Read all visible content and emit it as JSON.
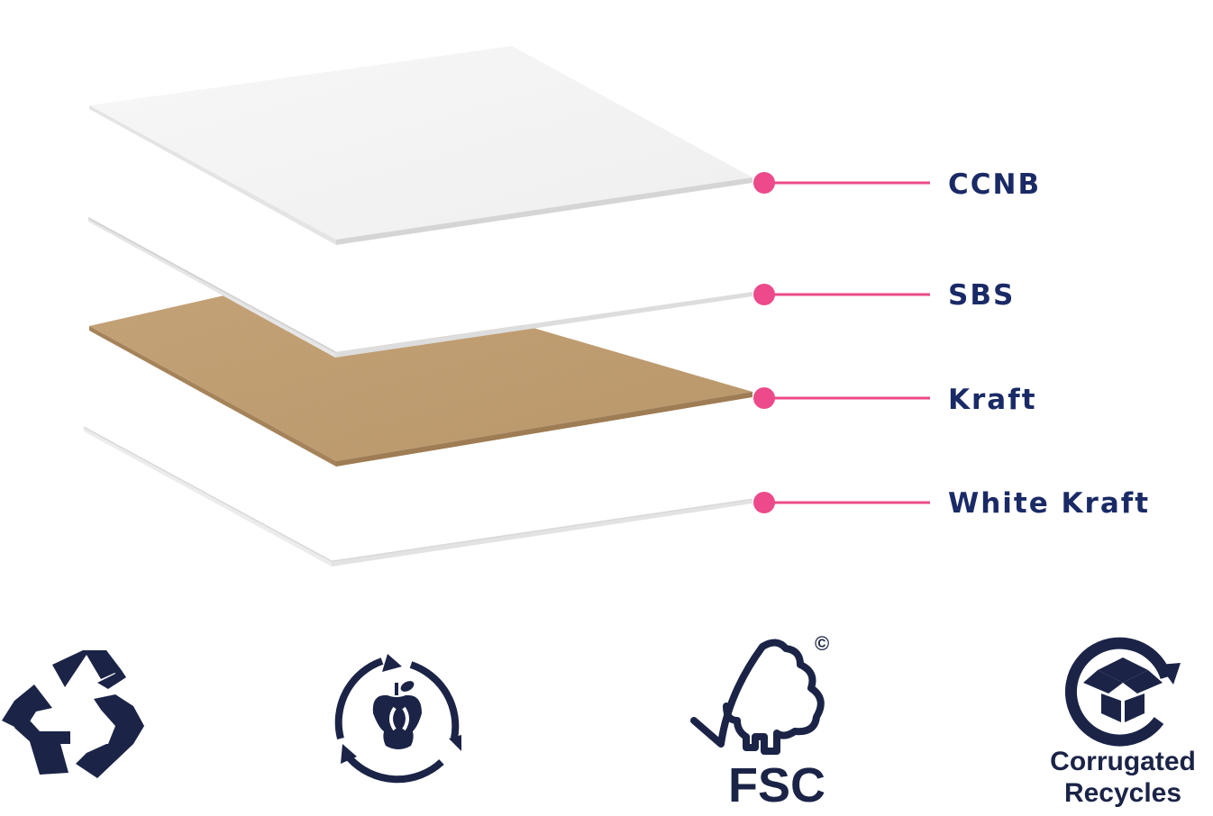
{
  "colors": {
    "label": "#1a2a66",
    "leader": "#ec4a8a",
    "icon": "#1b2447",
    "kraft": "#c9a87a"
  },
  "layers": [
    {
      "id": "ccnb",
      "label": "CCNB"
    },
    {
      "id": "sbs",
      "label": "SBS"
    },
    {
      "id": "kraft",
      "label": "Kraft"
    },
    {
      "id": "white-kraft",
      "label": "White Kraft"
    }
  ],
  "icons": [
    {
      "name": "recycle-arrows-icon"
    },
    {
      "name": "compostable-apple-icon"
    },
    {
      "name": "fsc-tree-icon",
      "text": "FSC",
      "mark": "©"
    },
    {
      "name": "corrugated-recycles-icon",
      "text_line1": "Corrugated",
      "text_line2": "Recycles"
    }
  ]
}
